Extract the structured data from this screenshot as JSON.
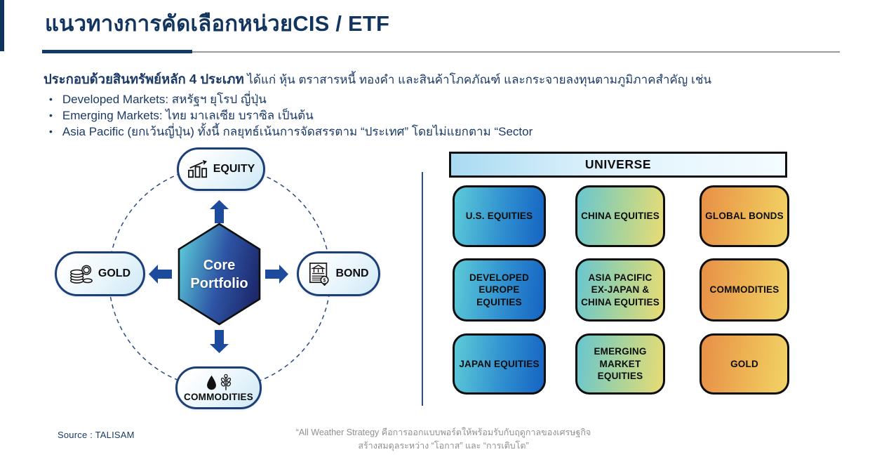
{
  "title": "แนวทางการคัดเลือกหน่วยCIS / ETF",
  "intro": {
    "lead_bold": "ประกอบด้วยสินทรัพย์หลัก 4 ประเภท",
    "lead_rest": " ได้แก่ หุ้น ตราสารหนี้ ทองคำ และสินค้าโภคภัณฑ์ และกระจายลงทุนตามภูมิภาคสำคัญ เช่น",
    "bullet_glyph": "•",
    "bullets": [
      "Developed Markets: สหรัฐฯ ยุโรป ญี่ปุ่น",
      "Emerging Markets: ไทย มาเลเซีย บราซิล เป็นต้น",
      "Asia Pacific (ยกเว้นญี่ปุ่น) ทั้งนี้ กลยุทธ์เน้นการจัดสรรตาม “ประเทศ” โดยไม่แยกตาม “Sector"
    ]
  },
  "diagram": {
    "center": {
      "line1": "Core",
      "line2": "Portfolio"
    },
    "nodes": [
      {
        "label": "EQUITY",
        "icon": "bar-chart-rising-icon",
        "position": "top"
      },
      {
        "label": "BOND",
        "icon": "bank-document-seal-icon",
        "position": "right"
      },
      {
        "label": "COMMODITIES",
        "icon": "oil-drop-wheat-icon",
        "position": "bottom"
      },
      {
        "label": "GOLD",
        "icon": "coin-stack-icon",
        "position": "left"
      }
    ]
  },
  "universe": {
    "header": "UNIVERSE",
    "boxes": [
      {
        "label": "U.S. EQUITIES",
        "palette": "blue"
      },
      {
        "label": "CHINA EQUITIES",
        "palette": "teal-yellow"
      },
      {
        "label": "GLOBAL BONDS",
        "palette": "orange"
      },
      {
        "label": "DEVELOPED\nEUROPE\nEQUITIES",
        "palette": "blue"
      },
      {
        "label": "ASIA PACIFIC\nEX-JAPAN &\nCHINA EQUITIES",
        "palette": "teal-yellow"
      },
      {
        "label": "COMMODITIES",
        "palette": "orange"
      },
      {
        "label": "JAPAN EQUITIES",
        "palette": "blue"
      },
      {
        "label": "EMERGING\nMARKET\nEQUITIES",
        "palette": "teal-yellow"
      },
      {
        "label": "GOLD",
        "palette": "orange"
      }
    ]
  },
  "footer": {
    "source": "Source : TALISAM",
    "quote_line1": "“All Weather Strategy คือการออกแบบพอร์ตให้พร้อมรับกับฤดูกาลของเศรษฐกิจ",
    "quote_line2": "สร้างสมดุลระหว่าง “โอกาส” และ “การเติบโต”"
  },
  "colors": {
    "accent_navy": "#12355f",
    "arrow_blue": "#1c4a9c",
    "divider_navy": "#2a4f8f",
    "pill_border_navy": "#1d3f77",
    "hexagon_gradient": [
      "#5bcbd9",
      "#2e55a5",
      "#1d2a6e"
    ],
    "universe_header_gradient": [
      "#a9daf2",
      "#f4fcff"
    ],
    "box_blue_gradient": [
      "#5dcbd8",
      "#1563c2"
    ],
    "box_teal_yellow_gradient": [
      "#68c6d0",
      "#e8dc74"
    ],
    "box_orange_gradient": [
      "#e78f47",
      "#f1d366"
    ],
    "quote_gray": "#8e9092"
  }
}
